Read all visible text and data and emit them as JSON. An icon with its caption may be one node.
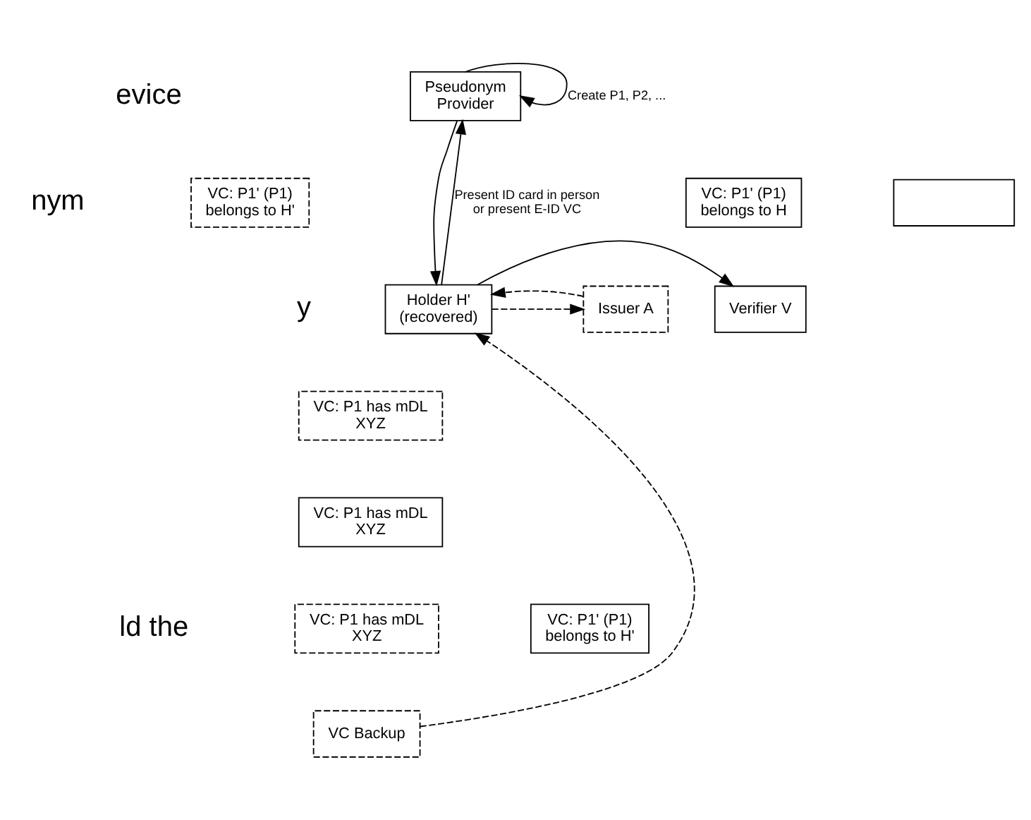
{
  "diagram": {
    "nodes": [
      {
        "text": [
          "Pseudonym Provider"
        ]
      },
      {
        "text": [],
        "shape": "box"
      },
      {
        "text": [
          "VC: P1' (P1) belongs to H"
        ]
      },
      {
        "text": [
          "VC: P1' (P1) belongs to H'"
        ]
      },
      {
        "text": [
          "Issuer A"
        ]
      },
      {
        "text": [
          "Holder H' (recovered)"
        ]
      },
      {
        "text": [
          "Verifier V"
        ]
      },
      {
        "text": [
          "VC: P1 has mDL XYZ"
        ]
      },
      {
        "text": [
          "VC: P1 has mDL XYZ"
        ]
      },
      {
        "text": [
          "VC: P1' (P1) belongs to H'"
        ]
      },
      {
        "text": [
          "VC: P1 has mDL XYZ"
        ]
      },
      {
        "text": [
          "VC Backup"
        ]
      }
    ],
    "edges": [
      {
        "from": 0,
        "to": 0,
        "arrow": "to",
        "label": "Create P1, P2, ..."
      },
      {
        "from": 5,
        "to": 0,
        "arrow": "to",
        "label": "Present ID card in person or present E-ID VC"
      },
      {
        "from": 0,
        "to": 5,
        "arrow": "to"
      },
      {
        "from": 5,
        "to": 4,
        "arrow": "to",
        "style": "dashed"
      },
      {
        "from": 4,
        "to": 5,
        "arrow": "to",
        "style": "dashed"
      },
      {
        "from": 5,
        "to": 6,
        "arrow": "to"
      },
      {
        "from": 11,
        "to": 5,
        "arrow": "to",
        "style": "dashed"
      }
    ],
    "labels": [
      "evice",
      "nym",
      "y",
      "ld the"
    ]
  }
}
